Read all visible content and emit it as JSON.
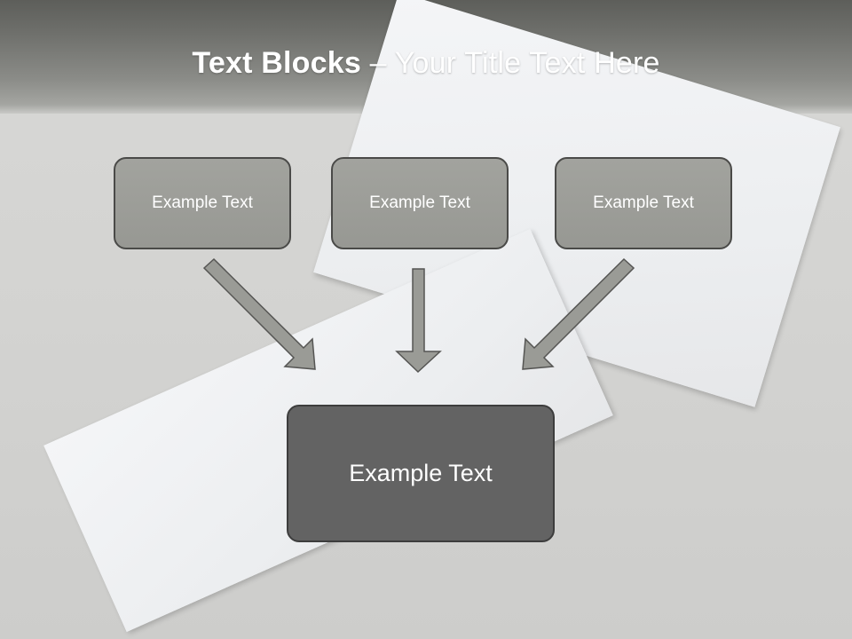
{
  "title": {
    "bold": "Text Blocks",
    "separator": " – ",
    "rest": "Your Title Text Here"
  },
  "blocks": {
    "left": "Example Text",
    "center": "Example Text",
    "right": "Example Text",
    "main": "Example Text"
  },
  "colors": {
    "small_box_fill": "#9a9b96",
    "main_box_fill": "#636363",
    "arrow_fill": "#9a9b96",
    "arrow_stroke": "#555553",
    "header_band": "#6f706c"
  }
}
